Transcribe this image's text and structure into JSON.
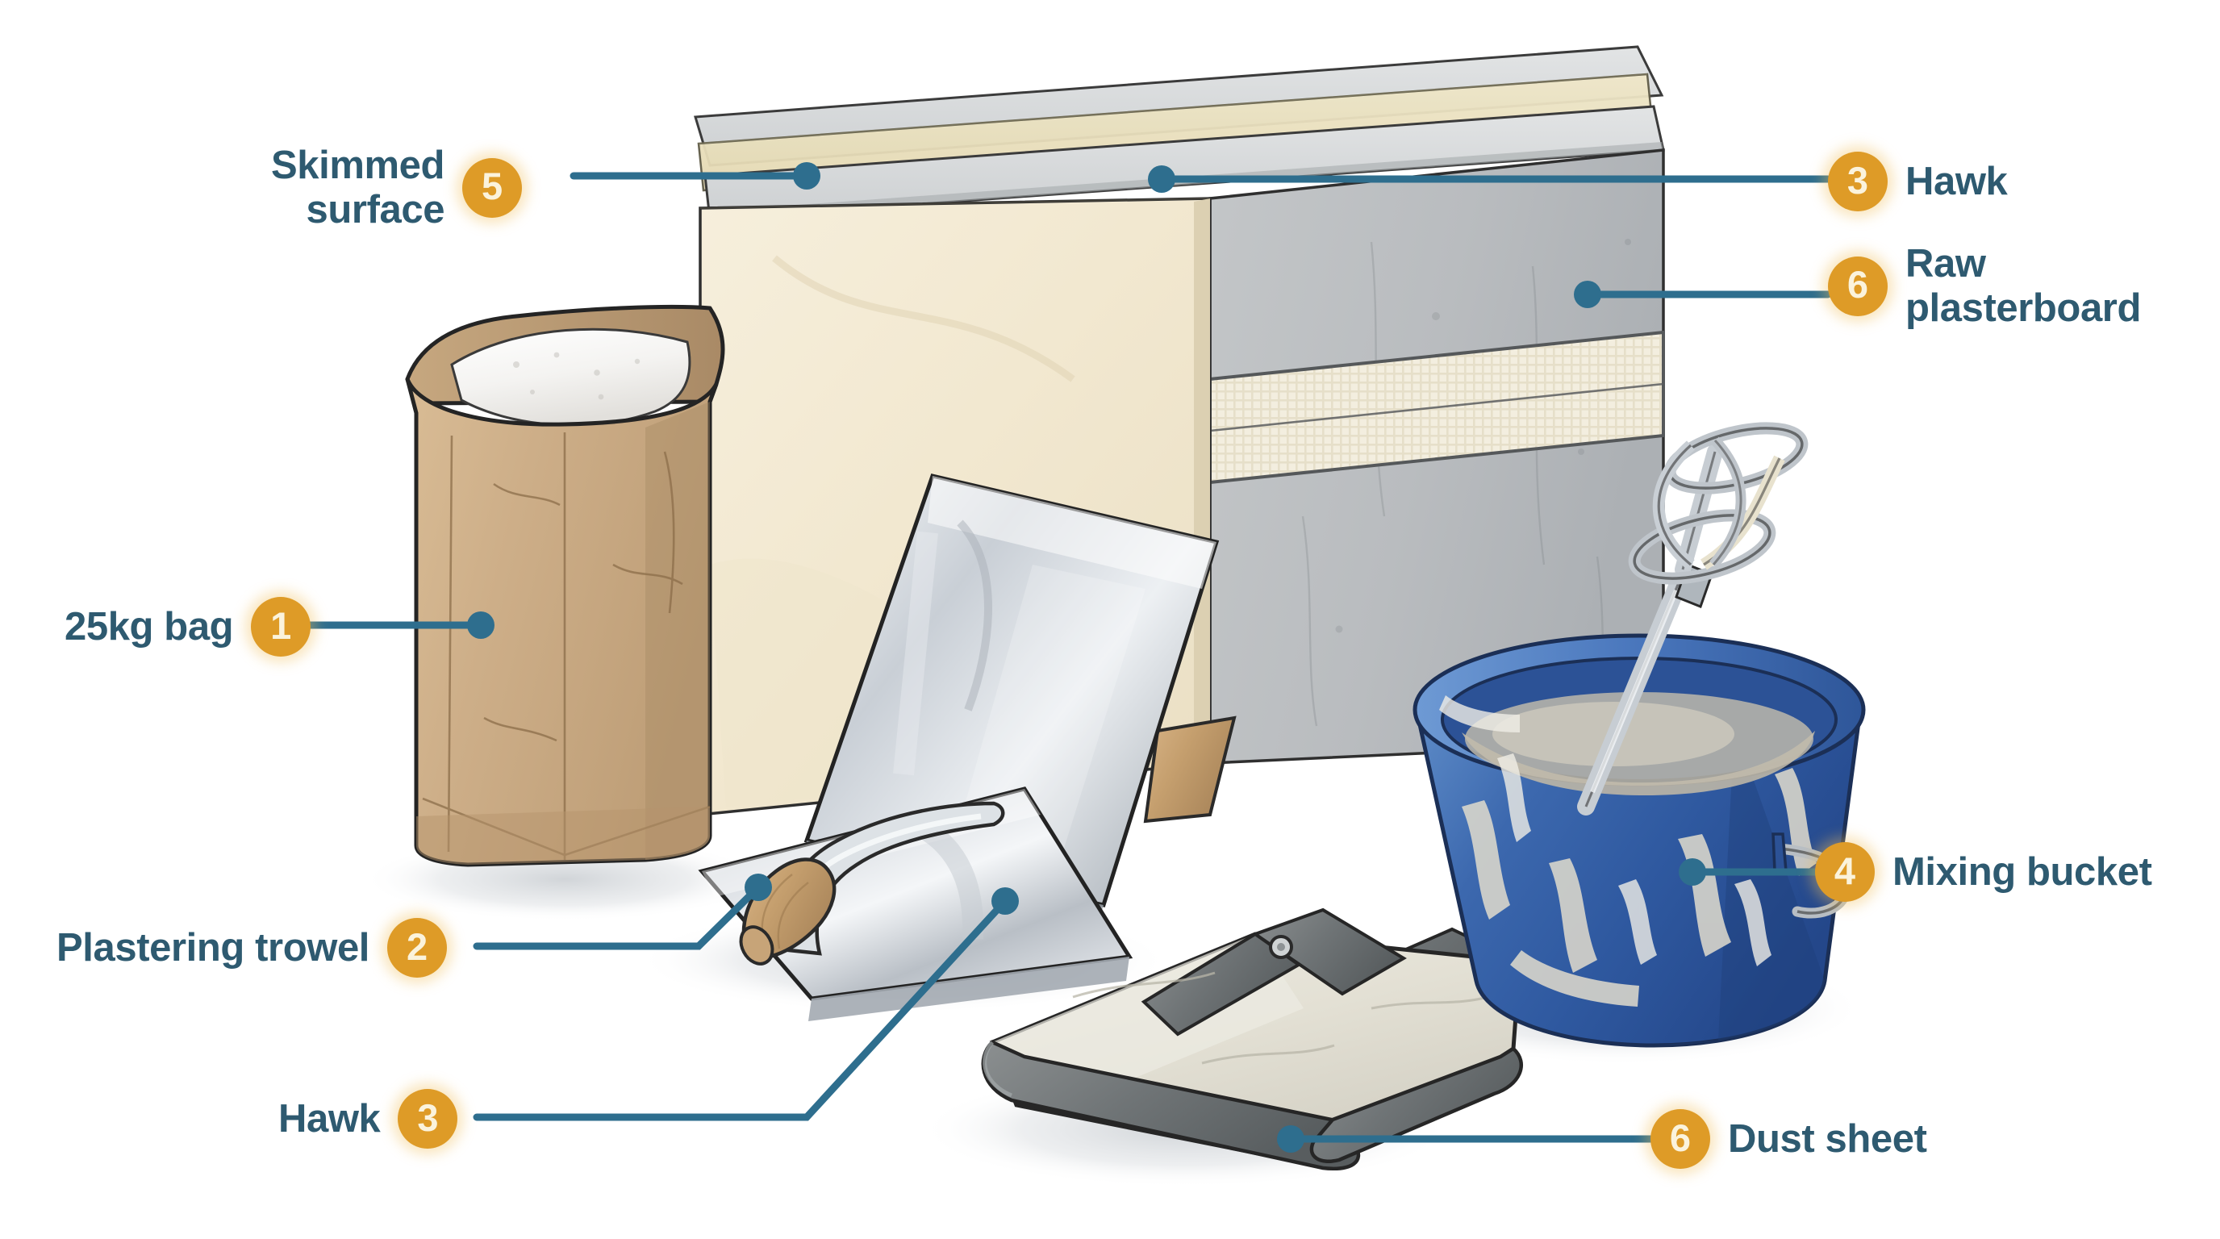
{
  "diagram": {
    "title": "Plastering tools and materials annotated illustration",
    "background_color": "#ffffff",
    "badge_color": "#DE9B27",
    "badge_text_color": "#FBF3DC",
    "label_text_color": "#2E5A70",
    "leader_color": "#2E6E8E"
  },
  "annotations": [
    {
      "number": "5",
      "label": "Skimmed\nsurface",
      "side": "left",
      "target": "cream skimmed plaster face of wall block"
    },
    {
      "number": "1",
      "label": "25kg bag",
      "side": "left",
      "target": "kraft paper bag of plaster powder"
    },
    {
      "number": "2",
      "label": "Plastering trowel",
      "side": "left",
      "target": "steel plastering trowel with wooden handle"
    },
    {
      "number": "3",
      "label": "Hawk",
      "side": "left",
      "target": "square steel hawk leaning behind trowel"
    },
    {
      "number": "3",
      "label": "Hawk",
      "side": "right",
      "target": "cream skim edge of wall block"
    },
    {
      "number": "6",
      "label": "Raw\nplasterboard",
      "side": "right",
      "target": "grey plasterboard face of wall block"
    },
    {
      "number": "4",
      "label": "Mixing bucket",
      "side": "right",
      "target": "blue plastic mixing bucket"
    },
    {
      "number": "6",
      "label": "Dust sheet",
      "side": "right",
      "target": "folded canvas dust sheet"
    }
  ],
  "objects": [
    {
      "name": "wall-block",
      "description": "Plasterboard block half skimmed with cream plaster, joint scrim tape band"
    },
    {
      "name": "plaster-bag",
      "description": "Open 25kg kraft paper bag filled with white plaster powder"
    },
    {
      "name": "trowel",
      "description": "Stainless plastering trowel, wooden handle"
    },
    {
      "name": "hawk",
      "description": "Square stainless hawk plate with wooden grip"
    },
    {
      "name": "mixing-bucket",
      "description": "Blue bucket splattered with dried plaster, wire handle"
    },
    {
      "name": "mixer-paddle",
      "description": "Helical steel mixing paddle in bucket"
    },
    {
      "name": "dust-sheet",
      "description": "Folded cotton dust sheet with grey bound edges and eyelet"
    }
  ]
}
